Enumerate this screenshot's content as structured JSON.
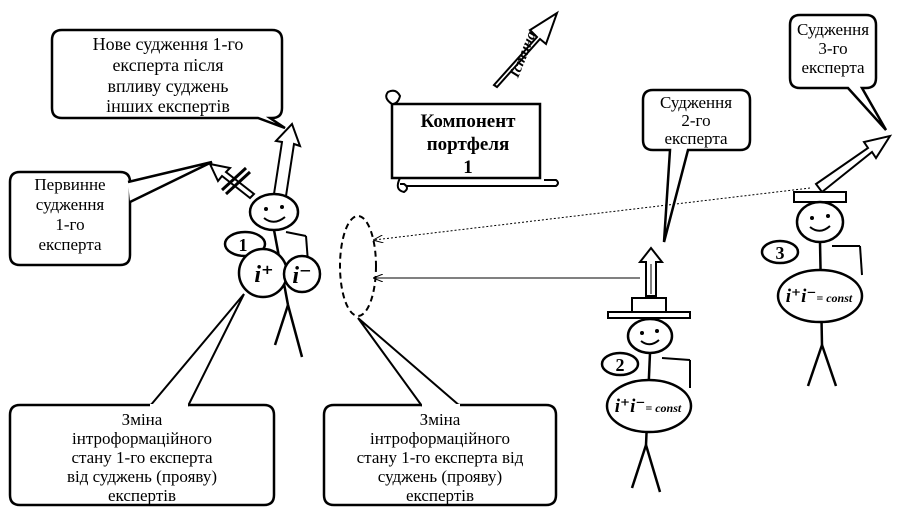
{
  "callouts": {
    "new_judgment": [
      "Нове судження 1-го",
      "експерта після",
      "впливу суджень",
      "інших експертів"
    ],
    "primary_judgment": [
      "Первинне",
      "судження",
      "1-го",
      "експерта"
    ],
    "expert2_judgment": [
      "Судження",
      "2-го",
      "експерта"
    ],
    "expert3_judgment": [
      "Судження",
      "3-го",
      "експерта"
    ],
    "change_left": [
      "Зміна",
      "інтроформаційного",
      "стану 1-го експерта",
      "від суджень (прояву)",
      "експертів"
    ],
    "change_middle": [
      "Зміна",
      "інтроформаційного",
      "стану 1-го експерта від",
      "суджень (прояву)",
      "експертів"
    ]
  },
  "truth_label": "Істина",
  "portfolio": [
    "Компонент",
    "портфеля",
    "1"
  ],
  "experts": {
    "e1": {
      "number": "1",
      "i_plus": "i⁺",
      "i_minus": "i⁻"
    },
    "e2": {
      "number": "2",
      "formula_ii": "i⁺i⁻",
      "formula_const": "= const"
    },
    "e3": {
      "number": "3",
      "formula_ii": "i⁺i⁻",
      "formula_const": "= const"
    }
  }
}
